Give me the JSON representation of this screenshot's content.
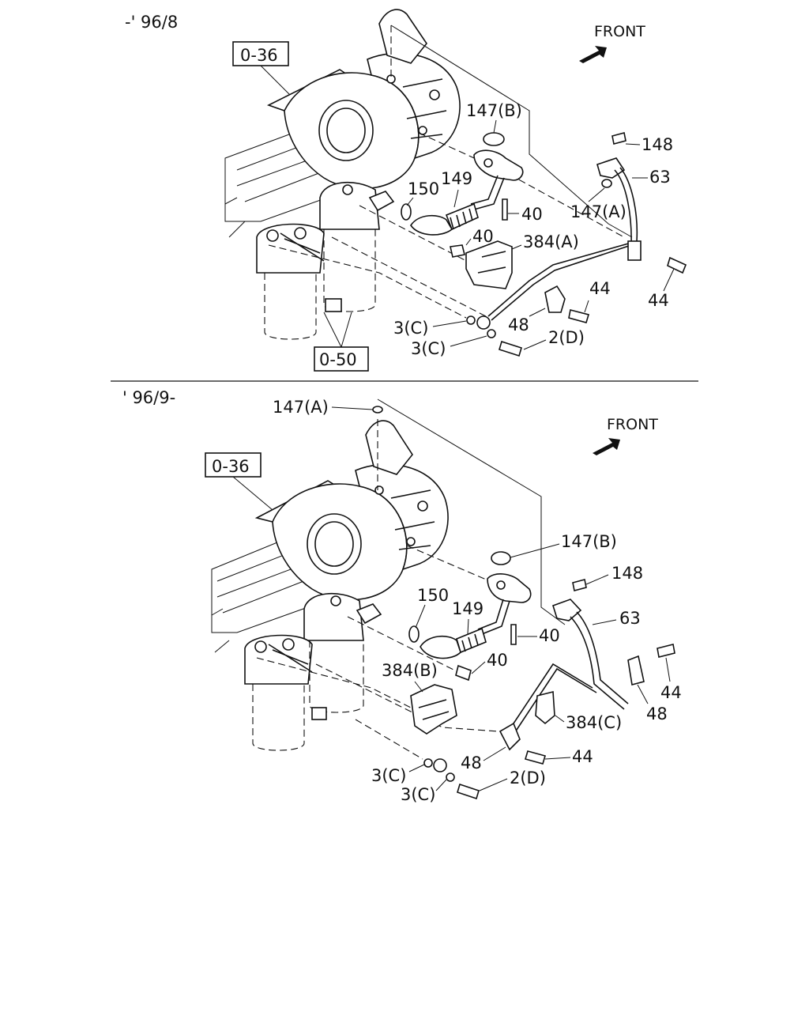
{
  "top_view": {
    "period": "-' 96/8",
    "front_label": "FRONT",
    "ref_boxes": [
      "0-36",
      "0-50"
    ],
    "callouts": [
      "147(B)",
      "148",
      "63",
      "150",
      "149",
      "147(A)",
      "40",
      "40",
      "384(A)",
      "44",
      "44",
      "3(C)",
      "48",
      "3(C)",
      "2(D)"
    ]
  },
  "bottom_view": {
    "period": "' 96/9-",
    "front_label": "FRONT",
    "ref_boxes": [
      "0-36"
    ],
    "callouts": [
      "147(A)",
      "147(B)",
      "148",
      "63",
      "150",
      "149",
      "40",
      "40",
      "384(B)",
      "44",
      "48",
      "384(C)",
      "44",
      "3(C)",
      "48",
      "3(C)",
      "2(D)"
    ]
  }
}
